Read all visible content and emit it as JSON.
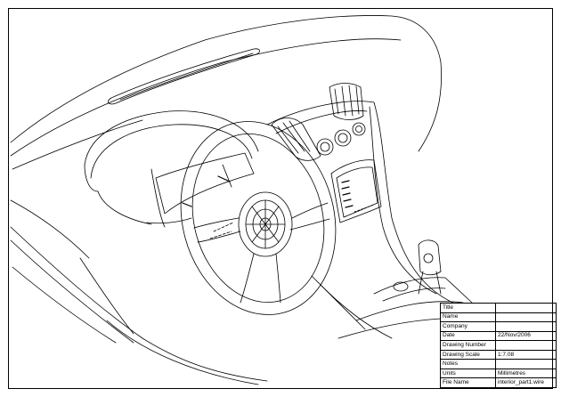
{
  "title_block": {
    "rows": [
      {
        "label": "Title",
        "value": ""
      },
      {
        "label": "Name",
        "value": ""
      },
      {
        "label": "Company",
        "value": ""
      },
      {
        "label": "Date",
        "value": "22/Nov/2006"
      },
      {
        "label": "Drawing Number",
        "value": ""
      },
      {
        "label": "Drawing Scale",
        "value": "1:7.08"
      },
      {
        "label": "Notes",
        "value": ""
      },
      {
        "label": "Units",
        "value": "Millimetres"
      },
      {
        "label": "File Name",
        "value": "interior_part1.wire"
      }
    ]
  }
}
